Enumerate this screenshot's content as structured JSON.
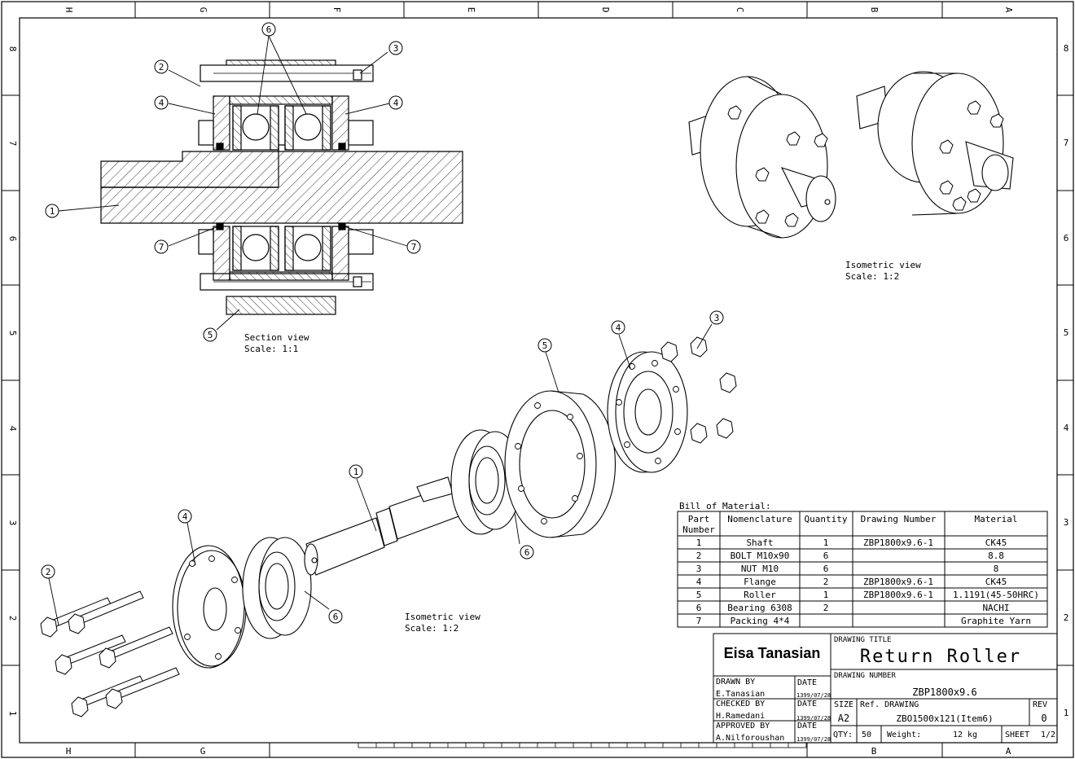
{
  "zones": {
    "top": [
      "H",
      "G",
      "F",
      "E",
      "D",
      "C",
      "B",
      "A"
    ],
    "bottom": [
      "H",
      "G",
      "B",
      "A"
    ],
    "side": [
      "8",
      "7",
      "6",
      "5",
      "4",
      "3",
      "2",
      "1"
    ]
  },
  "views": {
    "section": {
      "name": "Section view",
      "scale": "Scale: 1:1"
    },
    "iso_top": {
      "name": "Isometric view",
      "scale": "Scale:  1:2"
    },
    "iso_exploded": {
      "name": "Isometric view",
      "scale": "Scale:  1:2"
    }
  },
  "balloons": {
    "section": [
      "1",
      "2",
      "3",
      "4",
      "4",
      "5",
      "6",
      "7",
      "7"
    ],
    "exploded": [
      "1",
      "2",
      "3",
      "4",
      "4",
      "5",
      "6",
      "6"
    ]
  },
  "bom": {
    "title": "Bill of Material:",
    "headers": [
      "Part Number",
      "Nomenclature",
      "Quantity",
      "Drawing Number",
      "Material"
    ],
    "rows": [
      [
        "1",
        "Shaft",
        "1",
        "ZBP1800x9.6-1",
        "CK45"
      ],
      [
        "2",
        "BOLT M10x90",
        "6",
        "",
        "8.8"
      ],
      [
        "3",
        "NUT M10",
        "6",
        "",
        "8"
      ],
      [
        "4",
        "Flange",
        "2",
        "ZBP1800x9.6-1",
        "CK45"
      ],
      [
        "5",
        "Roller",
        "1",
        "ZBP1800x9.6-1",
        "1.1191(45-50HRC)"
      ],
      [
        "6",
        "Bearing 6308",
        "2",
        "",
        "NACHI"
      ],
      [
        "7",
        "Packing 4*4",
        "",
        "",
        "Graphite Yarn"
      ]
    ]
  },
  "title_block": {
    "company": "Eisa Tanasian",
    "drawing_title_label": "DRAWING TITLE",
    "drawing_title": "Return Roller",
    "drawing_number_label": "DRAWING NUMBER",
    "drawing_number": "ZBP1800x9.6",
    "drawn_by_label": "DRAWN BY",
    "drawn_by": "E.Tanasian",
    "checked_by_label": "CHECKED BY",
    "checked_by": "H.Ramedani",
    "approved_by_label": "APPROVED BY",
    "approved_by": "A.Nilforoushan",
    "date_label": "DATE",
    "date_drawn": "1399/07/28",
    "date_checked": "1399/07/28",
    "date_approved": "1399/07/28",
    "size_label": "SIZE",
    "size": "A2",
    "ref_label": "Ref. DRAWING",
    "ref": "ZBO1500x121(Item6)",
    "rev_label": "REV",
    "rev": "0",
    "qty_label": "QTY:",
    "qty": "50",
    "weight_label": "Weight:",
    "weight": "12 kg",
    "sheet_label": "SHEET",
    "sheet": "1/2"
  }
}
